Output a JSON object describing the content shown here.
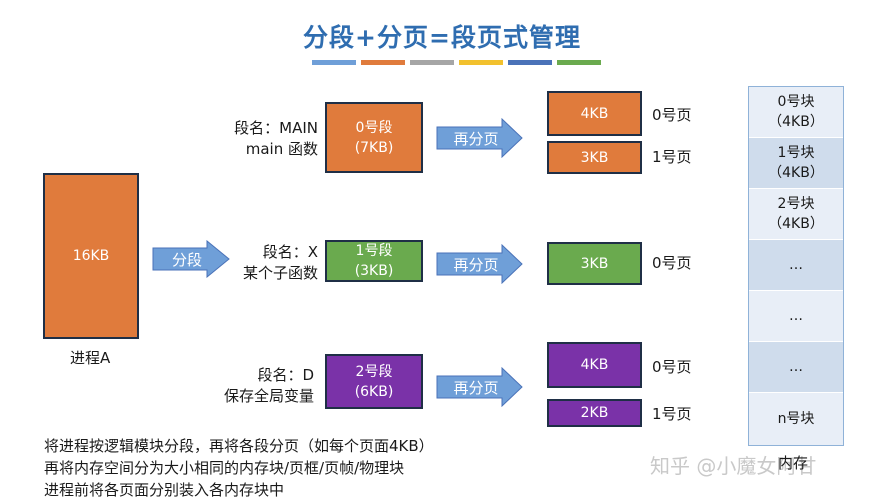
{
  "title": "分段+分页=段页式管理",
  "color_bars": [
    "#6f9fd8",
    "#e07b3c",
    "#a6a6a6",
    "#f2c12e",
    "#4a72b8",
    "#6aaa4e"
  ],
  "process": {
    "size": "16KB",
    "name": "进程A"
  },
  "segment_arrow": "分段",
  "page_arrow": "再分页",
  "segments": [
    {
      "name_line1": "段名：MAIN",
      "name_line2": "main 函数",
      "box_line1": "0号段",
      "box_line2": "(7KB)",
      "color": "#e07b3c",
      "pages": [
        {
          "size": "4KB",
          "label": "0号页"
        },
        {
          "size": "3KB",
          "label": "1号页"
        }
      ]
    },
    {
      "name_line1": "段名：X",
      "name_line2": "某个子函数",
      "box_line1": "1号段",
      "box_line2": "(3KB)",
      "color": "#6aaa4e",
      "pages": [
        {
          "size": "3KB",
          "label": "0号页"
        }
      ]
    },
    {
      "name_line1": "段名：D",
      "name_line2": "保存全局变量",
      "box_line1": "2号段",
      "box_line2": "(6KB)",
      "color": "#7a32a8",
      "pages": [
        {
          "size": "4KB",
          "label": "0号页"
        },
        {
          "size": "2KB",
          "label": "1号页"
        }
      ]
    }
  ],
  "memory": {
    "blocks": [
      {
        "line1": "0号块",
        "line2": "（4KB）"
      },
      {
        "line1": "1号块",
        "line2": "（4KB）"
      },
      {
        "line1": "2号块",
        "line2": "（4KB）"
      },
      {
        "line1": "…",
        "line2": ""
      },
      {
        "line1": "…",
        "line2": ""
      },
      {
        "line1": "…",
        "line2": ""
      },
      {
        "line1": "n号块",
        "line2": ""
      }
    ],
    "label": "内存"
  },
  "notes": [
    "将进程按逻辑模块分段，再将各段分页（如每个页面4KB）",
    "再将内存空间分为大小相同的内存块/页框/页帧/物理块",
    "进程前将各页面分别装入各内存块中"
  ],
  "watermark": "知乎 @小魔女阿甘"
}
